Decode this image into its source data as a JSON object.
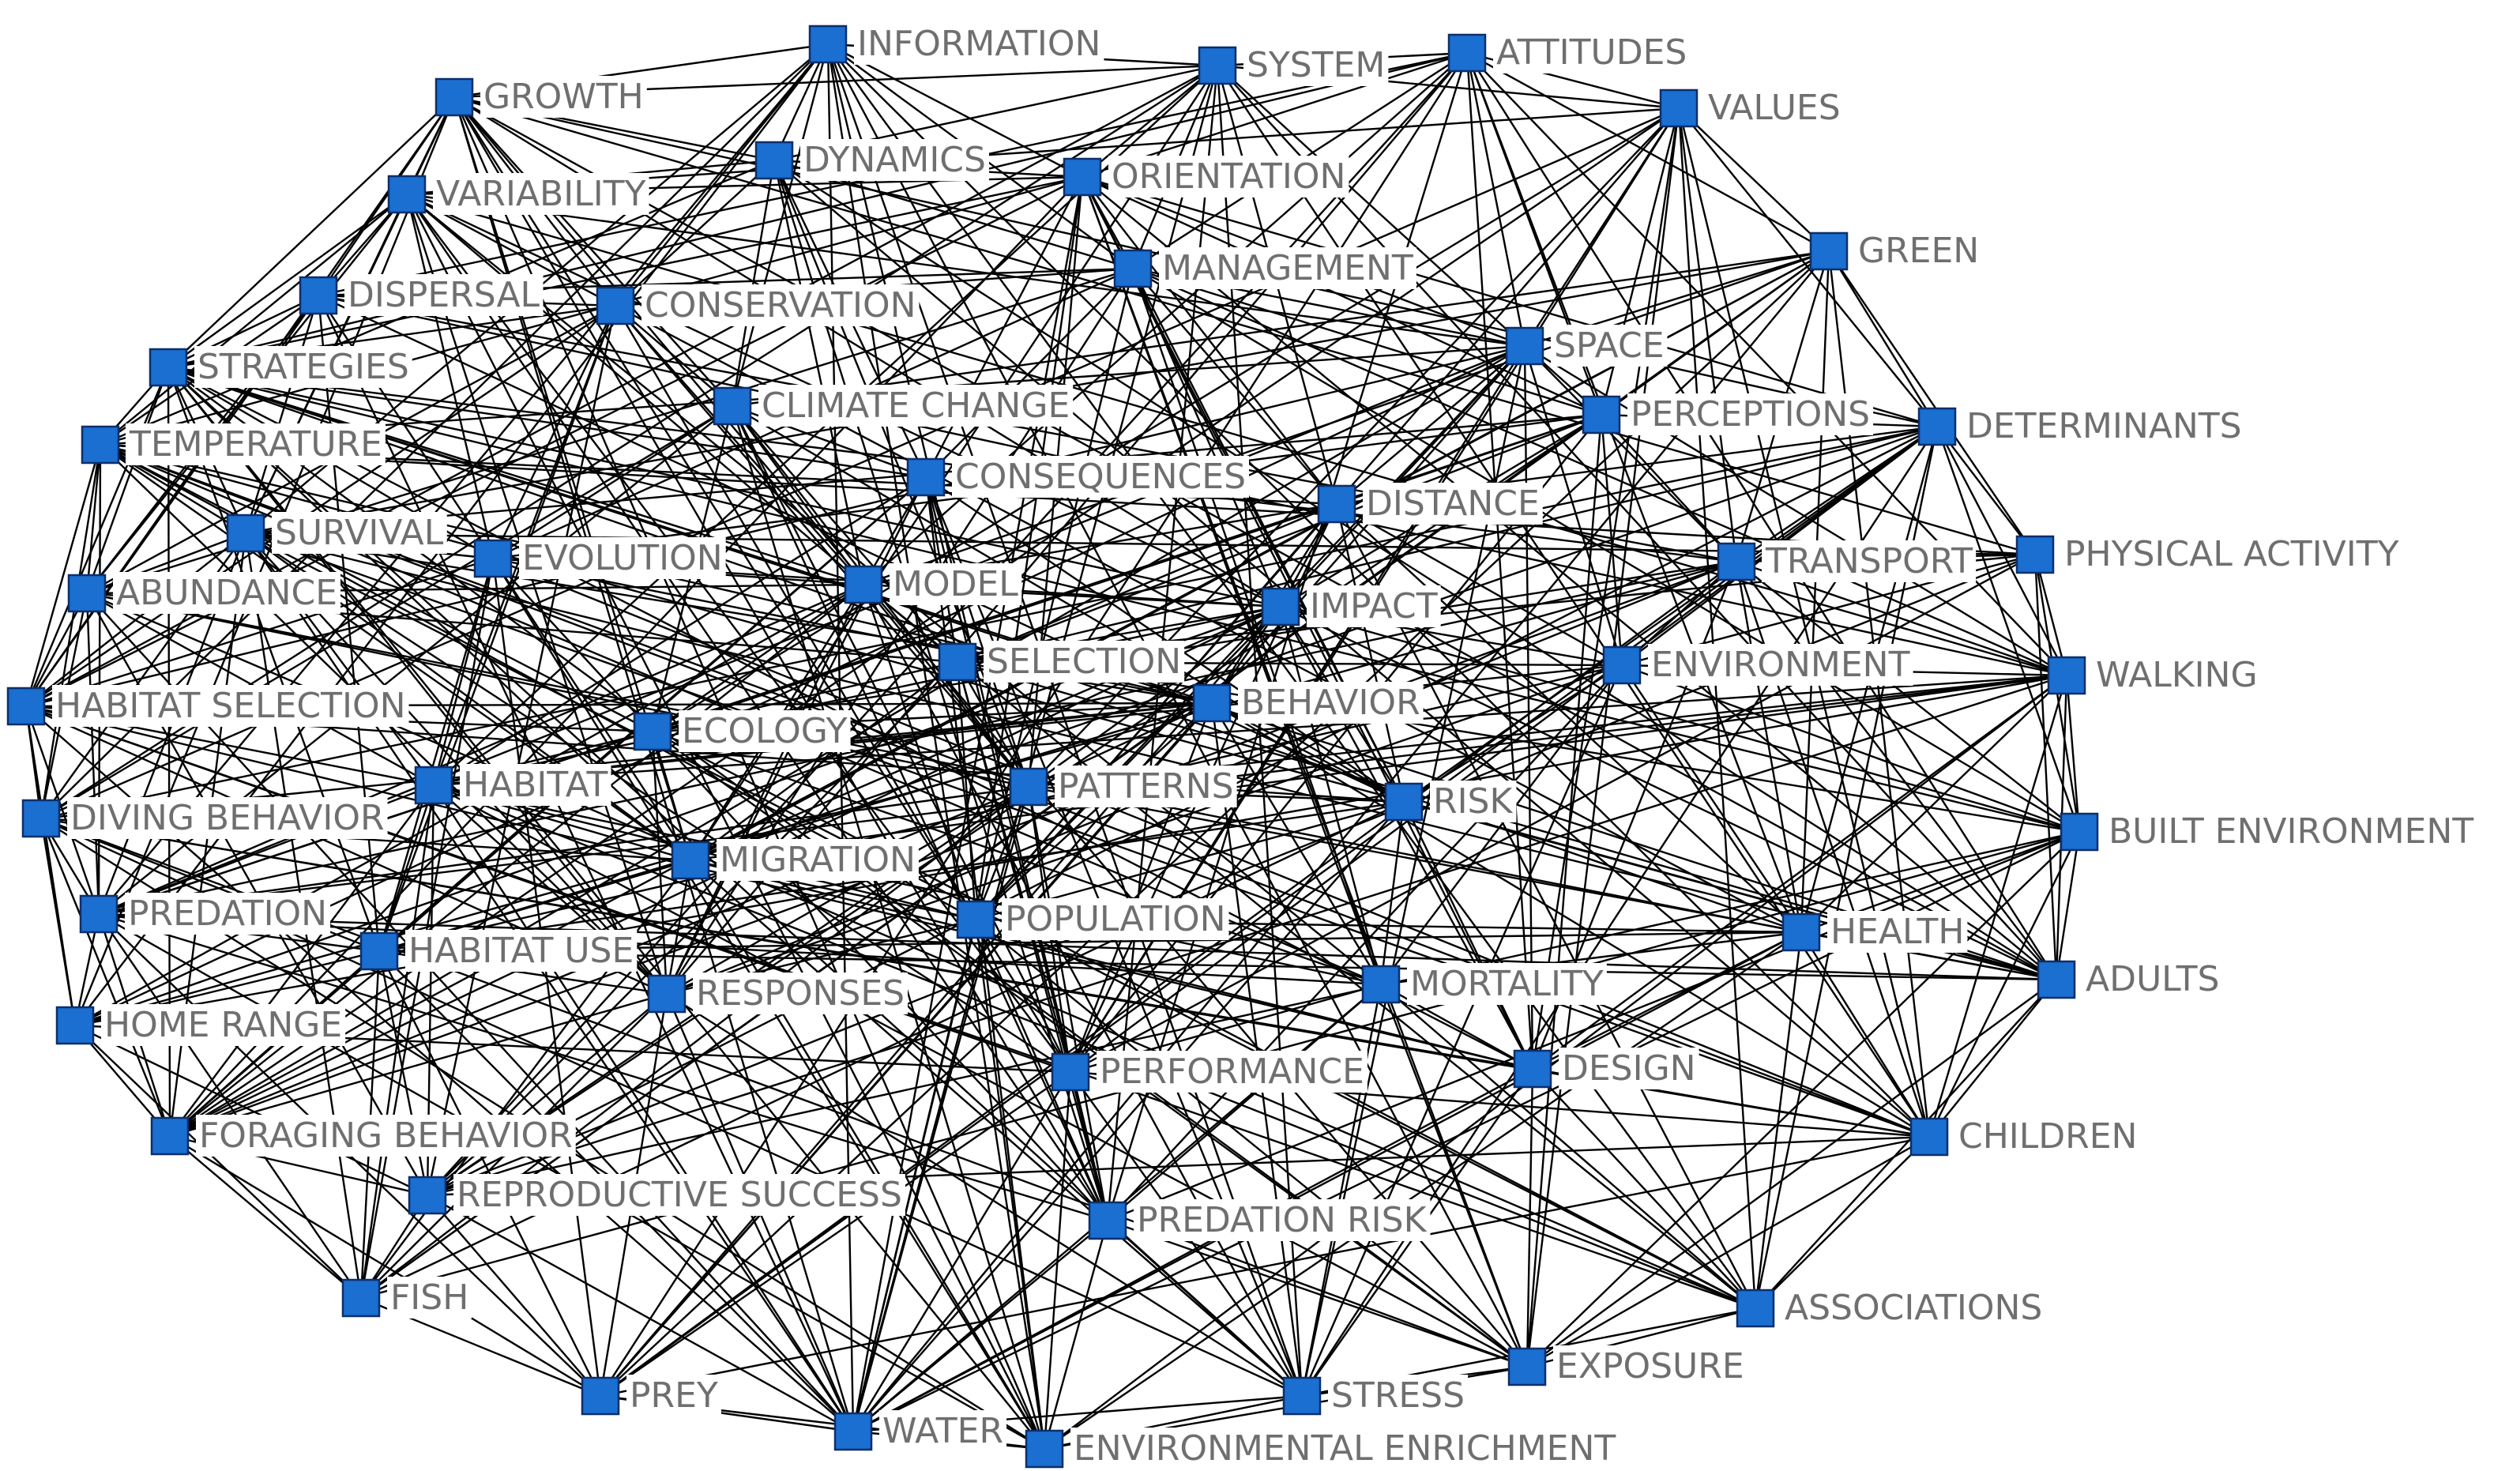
{
  "colors": {
    "node": "#1a6fd1",
    "edge": "#000000",
    "label": "#6f6f6f"
  },
  "diagram": {
    "type": "keyword co-occurrence network",
    "nodes": [
      {
        "id": "information",
        "label": "INFORMATION"
      },
      {
        "id": "system",
        "label": "SYSTEM"
      },
      {
        "id": "attitudes",
        "label": "ATTITUDES"
      },
      {
        "id": "growth",
        "label": "GROWTH"
      },
      {
        "id": "values",
        "label": "VALUES"
      },
      {
        "id": "dynamics",
        "label": "DYNAMICS"
      },
      {
        "id": "orientation",
        "label": "ORIENTATION"
      },
      {
        "id": "variability",
        "label": "VARIABILITY"
      },
      {
        "id": "green",
        "label": "GREEN"
      },
      {
        "id": "management",
        "label": "MANAGEMENT"
      },
      {
        "id": "dispersal",
        "label": "DISPERSAL"
      },
      {
        "id": "conservation",
        "label": "CONSERVATION"
      },
      {
        "id": "space",
        "label": "SPACE"
      },
      {
        "id": "strategies",
        "label": "STRATEGIES"
      },
      {
        "id": "climate-change",
        "label": "CLIMATE CHANGE"
      },
      {
        "id": "perceptions",
        "label": "PERCEPTIONS"
      },
      {
        "id": "determinants",
        "label": "DETERMINANTS"
      },
      {
        "id": "temperature",
        "label": "TEMPERATURE"
      },
      {
        "id": "consequences",
        "label": "CONSEQUENCES"
      },
      {
        "id": "distance",
        "label": "DISTANCE"
      },
      {
        "id": "survival",
        "label": "SURVIVAL"
      },
      {
        "id": "physical-activity",
        "label": "PHYSICAL ACTIVITY"
      },
      {
        "id": "evolution",
        "label": "EVOLUTION"
      },
      {
        "id": "transport",
        "label": "TRANSPORT"
      },
      {
        "id": "abundance",
        "label": "ABUNDANCE"
      },
      {
        "id": "model",
        "label": "MODEL"
      },
      {
        "id": "impact",
        "label": "IMPACT"
      },
      {
        "id": "selection",
        "label": "SELECTION"
      },
      {
        "id": "environment",
        "label": "ENVIRONMENT"
      },
      {
        "id": "walking",
        "label": "WALKING"
      },
      {
        "id": "habitat-selection",
        "label": "HABITAT SELECTION"
      },
      {
        "id": "behavior",
        "label": "BEHAVIOR"
      },
      {
        "id": "ecology",
        "label": "ECOLOGY"
      },
      {
        "id": "patterns",
        "label": "PATTERNS"
      },
      {
        "id": "habitat",
        "label": "HABITAT"
      },
      {
        "id": "risk",
        "label": "RISK"
      },
      {
        "id": "diving-behavior",
        "label": "DIVING BEHAVIOR"
      },
      {
        "id": "built-environment",
        "label": "BUILT ENVIRONMENT"
      },
      {
        "id": "migration",
        "label": "MIGRATION"
      },
      {
        "id": "predation",
        "label": "PREDATION"
      },
      {
        "id": "population",
        "label": "POPULATION"
      },
      {
        "id": "health",
        "label": "HEALTH"
      },
      {
        "id": "habitat-use",
        "label": "HABITAT USE"
      },
      {
        "id": "adults",
        "label": "ADULTS"
      },
      {
        "id": "mortality",
        "label": "MORTALITY"
      },
      {
        "id": "responses",
        "label": "RESPONSES"
      },
      {
        "id": "home-range",
        "label": "HOME RANGE"
      },
      {
        "id": "performance",
        "label": "PERFORMANCE"
      },
      {
        "id": "design",
        "label": "DESIGN"
      },
      {
        "id": "foraging-behavior",
        "label": "FORAGING BEHAVIOR"
      },
      {
        "id": "children",
        "label": "CHILDREN"
      },
      {
        "id": "reproductive-success",
        "label": "REPRODUCTIVE SUCCESS"
      },
      {
        "id": "predation-risk",
        "label": "PREDATION RISK"
      },
      {
        "id": "fish",
        "label": "FISH"
      },
      {
        "id": "associations",
        "label": "ASSOCIATIONS"
      },
      {
        "id": "exposure",
        "label": "EXPOSURE"
      },
      {
        "id": "prey",
        "label": "PREY"
      },
      {
        "id": "stress",
        "label": "STRESS"
      },
      {
        "id": "water",
        "label": "WATER"
      },
      {
        "id": "environmental-enrichment",
        "label": "ENVIRONMENTAL ENRICHMENT"
      }
    ]
  }
}
